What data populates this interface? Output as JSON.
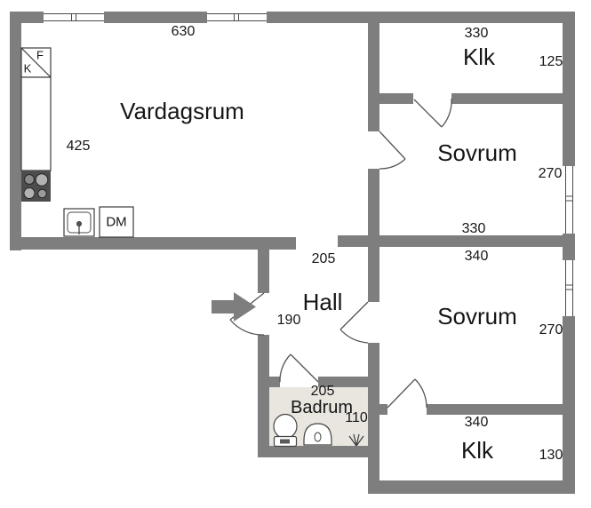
{
  "rooms": {
    "vardagsrum": {
      "label": "Vardagsrum",
      "width": "630",
      "depth": "425"
    },
    "klk_top": {
      "label": "Klk",
      "width": "330",
      "depth": "125"
    },
    "sovrum_top": {
      "label": "Sovrum",
      "width": "330",
      "depth": "270"
    },
    "hall": {
      "label": "Hall",
      "width": "205",
      "depth": "190"
    },
    "badrum": {
      "label": "Badrum",
      "width": "205",
      "depth": "110"
    },
    "sovrum_bottom": {
      "label": "Sovrum",
      "width": "340",
      "depth": "270"
    },
    "klk_bottom": {
      "label": "Klk",
      "width": "340",
      "depth": "130"
    }
  },
  "kitchen": {
    "f_label": "F",
    "k_label": "K",
    "dm_label": "DM"
  },
  "colors": {
    "wall": "#7e7e7e",
    "bathroom_floor": "#e9e6e0",
    "stove": "#4d4d4d"
  },
  "icons": {
    "entrance": "entrance-arrow-icon",
    "doors": "door-swing-icon",
    "windows": "window-icon",
    "stove": "stove-icon",
    "kitchen_sink": "kitchen-sink-icon",
    "fridge_freezer": "fridge-freezer-cabinet-icon",
    "toilet": "toilet-icon",
    "washbasin": "washbasin-icon",
    "shower": "shower-icon"
  }
}
